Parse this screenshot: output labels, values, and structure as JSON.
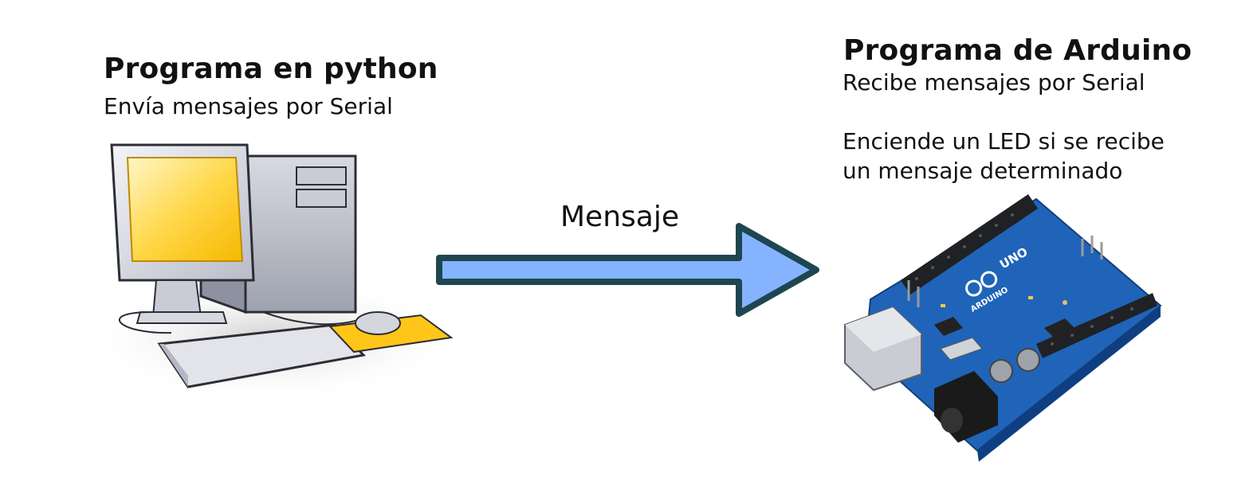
{
  "python_side": {
    "title": "Programa en python",
    "subtitle": "Envía mensajes por Serial",
    "icon": "desktop-computer-icon"
  },
  "arduino_side": {
    "title": "Programa de Arduino",
    "subtitle": "Recibe mensajes por Serial",
    "description_line1": "Enciende un LED si se recibe",
    "description_line2": "un mensaje determinado",
    "board_label": "UNO",
    "brand": "ARDUINO",
    "icon": "arduino-board-icon"
  },
  "arrow": {
    "label": "Mensaje",
    "fill_color": "#86b3ff",
    "stroke_color": "#1e4650"
  }
}
